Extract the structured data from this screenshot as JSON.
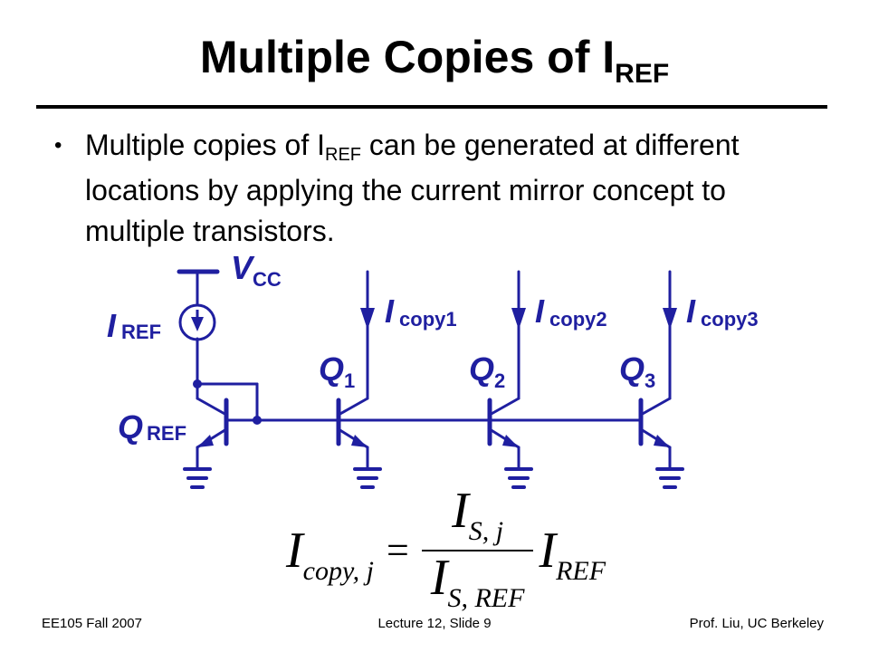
{
  "slide": {
    "title_main": "Multiple Copies of I",
    "title_sub": "REF"
  },
  "bullet": {
    "text_before": "Multiple copies of I",
    "text_sub": "REF",
    "text_after": " can be generated at different locations by applying the current mirror concept to multiple transistors."
  },
  "circuit": {
    "vcc_label": "V",
    "vcc_sub": "CC",
    "iref_label": "I",
    "iref_sub": "REF",
    "qref_label": "Q",
    "qref_sub": "REF",
    "copies": [
      {
        "i_label": "I",
        "i_sub": "copy1",
        "q_label": "Q",
        "q_sub": "1"
      },
      {
        "i_label": "I",
        "i_sub": "copy2",
        "q_label": "Q",
        "q_sub": "2"
      },
      {
        "i_label": "I",
        "i_sub": "copy3",
        "q_label": "Q",
        "q_sub": "3"
      }
    ],
    "wire_color": "#1f1fa0"
  },
  "equation": {
    "lhs_main": "I",
    "lhs_sub": "copy, j",
    "equals": "=",
    "num_main": "I",
    "num_sub": "S, j",
    "den_main": "I",
    "den_sub": "S, REF",
    "rhs_main": "I",
    "rhs_sub": "REF"
  },
  "footer": {
    "left": "EE105 Fall 2007",
    "center": "Lecture 12, Slide 9",
    "right": "Prof. Liu, UC Berkeley"
  }
}
